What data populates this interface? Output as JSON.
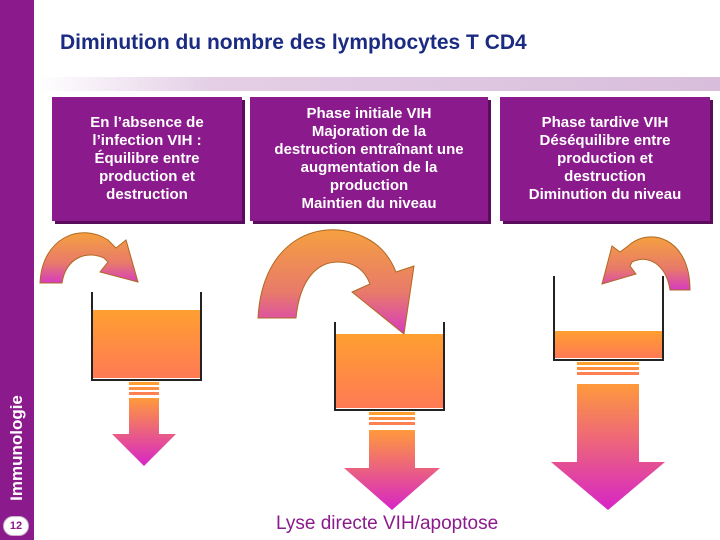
{
  "slide": {
    "title": "Diminution du nombre des lymphocytes T CD4",
    "sidebar_label": "Immunologie",
    "page_number": "12",
    "caption": "Lyse directe VIH/apoptose"
  },
  "phases": [
    {
      "lines": [
        "En l’absence de",
        "l’infection VIH :",
        "Équilibre entre",
        "production et",
        "destruction"
      ]
    },
    {
      "lines": [
        "Phase initiale VIH",
        "Majoration de la",
        "destruction entraînant une",
        "augmentation de la",
        "production",
        "Maintien du niveau"
      ]
    },
    {
      "lines": [
        "Phase tardive VIH",
        "Déséquilibre entre",
        "production et",
        "destruction",
        "Diminution du niveau"
      ]
    }
  ],
  "colors": {
    "accent": "#8b1a8c",
    "title": "#1b2b82",
    "fill_orange": "#ff9f30",
    "fill_magenta": "#d625c7"
  }
}
